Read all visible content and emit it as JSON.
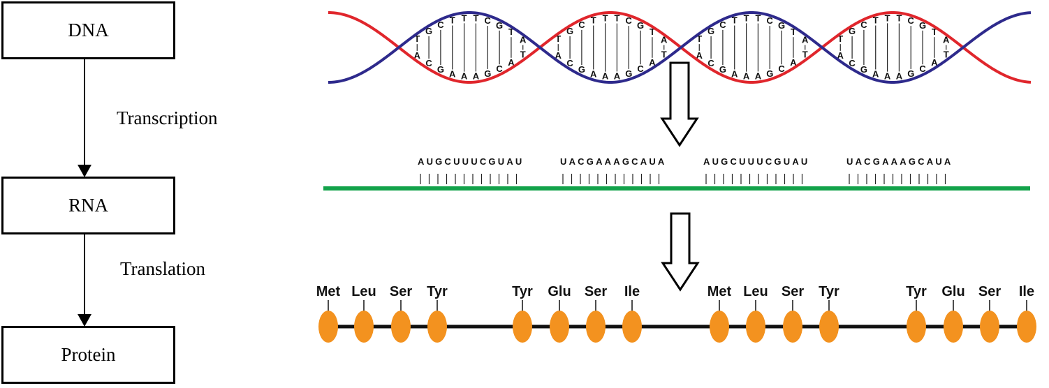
{
  "flowchart": {
    "boxes": [
      "DNA",
      "RNA",
      "Protein"
    ],
    "steps": [
      "Transcription",
      "Translation"
    ]
  },
  "illustration": {
    "dna": {
      "top_strand": [
        "A",
        "T",
        "G",
        "C",
        "T",
        "T",
        "T",
        "C",
        "G",
        "T",
        "A",
        "T"
      ],
      "bottom_strand": [
        "T",
        "A",
        "C",
        "G",
        "A",
        "A",
        "A",
        "G",
        "C",
        "A",
        "T",
        "A"
      ],
      "repeats": 4
    },
    "rna": {
      "segments": [
        "AUGCUUUCGUAU",
        "UACGAAAGCAUA",
        "AUGCUUUCGUAU",
        "UACGAAAGCAUA"
      ]
    },
    "protein": {
      "amino_acids": [
        "Met",
        "Leu",
        "Ser",
        "Tyr",
        "Tyr",
        "Glu",
        "Ser",
        "Ile",
        "Met",
        "Leu",
        "Ser",
        "Tyr",
        "Tyr",
        "Glu",
        "Ser",
        "Ile"
      ]
    }
  },
  "colors": {
    "strand_red": "#e0262c",
    "strand_blue": "#2e2a8c",
    "rna_green": "#12a24a",
    "amino_orange": "#f3921f"
  }
}
